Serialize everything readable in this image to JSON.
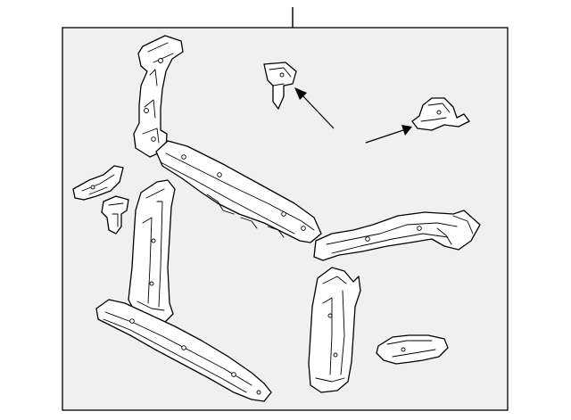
{
  "diagram": {
    "labels": [],
    "callout_line": true,
    "arrows": 2,
    "parts": [
      "radiator-support-left-upright",
      "radiator-support-upper-tie-bar",
      "radiator-support-right-extension",
      "bracket-upper-small",
      "bracket-upper-right",
      "bracket-left-small",
      "bracket-left-clip",
      "radiator-support-left-side",
      "radiator-support-lower-tie-bar",
      "radiator-support-right-side",
      "bracket-lower-right"
    ],
    "colors": {
      "line": "#000000",
      "frame_fill": "#f0f0f0",
      "background": "#ffffff"
    }
  }
}
